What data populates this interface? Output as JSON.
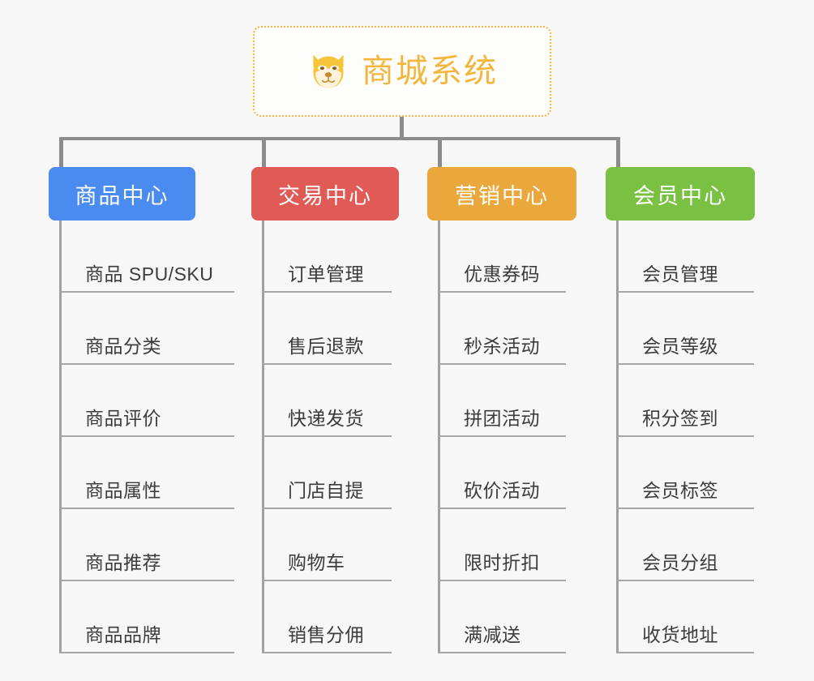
{
  "diagram": {
    "title": "商城系统",
    "root": {
      "label": "商城系统",
      "icon": "dog-face-icon",
      "text_color": "#f3b63c",
      "border_color": "#f0b840",
      "background": "#fdfdfc"
    },
    "background": "#f7f7f7",
    "connector_color": "#8c8c8c",
    "leaf_rule_color": "#a6a6a6",
    "columns": [
      {
        "label": "商品中心",
        "color": "#4a8bf0",
        "leaves": [
          "商品 SPU/SKU",
          "商品分类",
          "商品评价",
          "商品属性",
          "商品推荐",
          "商品品牌"
        ]
      },
      {
        "label": "交易中心",
        "color": "#e15b56",
        "leaves": [
          "订单管理",
          "售后退款",
          "快递发货",
          "门店自提",
          "购物车",
          "销售分佣"
        ]
      },
      {
        "label": "营销中心",
        "color": "#eaa83c",
        "leaves": [
          "优惠券码",
          "秒杀活动",
          "拼团活动",
          "砍价活动",
          "限时折扣",
          "满减送"
        ]
      },
      {
        "label": "会员中心",
        "color": "#7ac143",
        "leaves": [
          "会员管理",
          "会员等级",
          "积分签到",
          "会员标签",
          "会员分组",
          "收货地址"
        ]
      }
    ]
  }
}
